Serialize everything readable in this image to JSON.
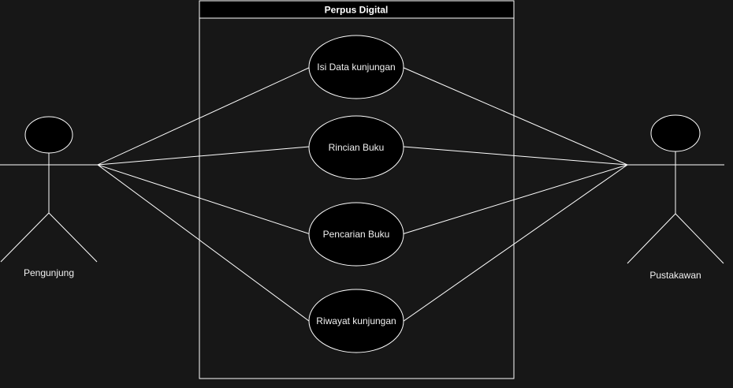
{
  "system": {
    "title": "Perpus Digital"
  },
  "actors": {
    "left": {
      "name": "Pengunjung"
    },
    "right": {
      "name": "Pustakawan"
    }
  },
  "use_cases": [
    {
      "label": "Isi Data kunjungan"
    },
    {
      "label": "Rincian Buku"
    },
    {
      "label": "Pencarian Buku"
    },
    {
      "label": "Riwayat kunjungan"
    }
  ],
  "colors": {
    "background": "#171717",
    "stroke": "#ffffff",
    "fill": "#000000"
  }
}
